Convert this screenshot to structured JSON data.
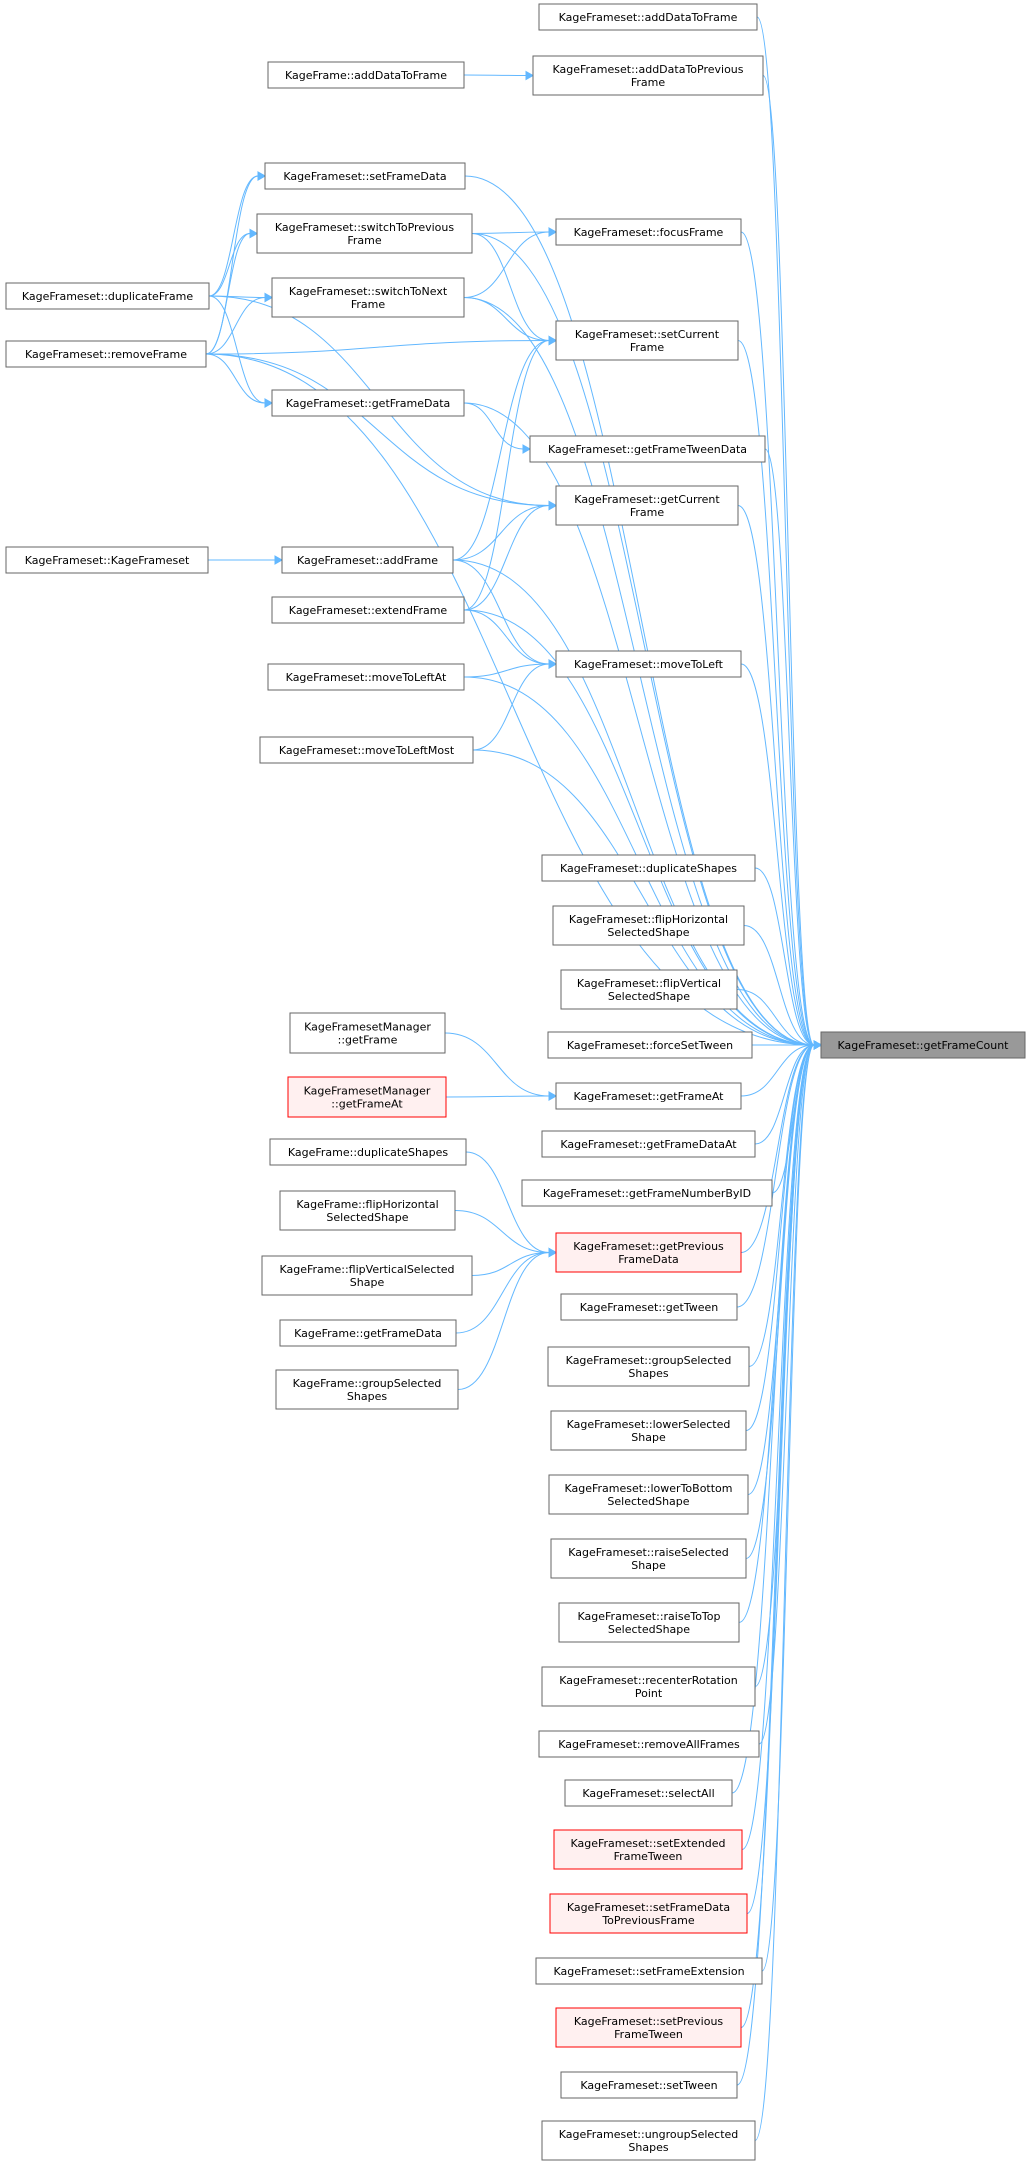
{
  "target": "KageFrameset::getFrameCount",
  "nodes": [
    {
      "id": "n_addDataToFrame",
      "lines": [
        "KageFrameset::addDataToFrame"
      ]
    },
    {
      "id": "n_addDataToPrevFrame",
      "lines": [
        "KageFrameset::addDataToPrevious",
        "Frame"
      ]
    },
    {
      "id": "n_kfAddDataToFrame",
      "lines": [
        "KageFrame::addDataToFrame"
      ]
    },
    {
      "id": "n_setFrameData",
      "lines": [
        "KageFrameset::setFrameData"
      ]
    },
    {
      "id": "n_switchToPrevFrame",
      "lines": [
        "KageFrameset::switchToPrevious",
        "Frame"
      ]
    },
    {
      "id": "n_focusFrame",
      "lines": [
        "KageFrameset::focusFrame"
      ]
    },
    {
      "id": "n_duplicateFrame",
      "lines": [
        "KageFrameset::duplicateFrame"
      ]
    },
    {
      "id": "n_switchToNextFrame",
      "lines": [
        "KageFrameset::switchToNext",
        "Frame"
      ]
    },
    {
      "id": "n_setCurrentFrame",
      "lines": [
        "KageFrameset::setCurrent",
        "Frame"
      ]
    },
    {
      "id": "n_removeFrame",
      "lines": [
        "KageFrameset::removeFrame"
      ]
    },
    {
      "id": "n_getFrameData",
      "lines": [
        "KageFrameset::getFrameData"
      ]
    },
    {
      "id": "n_getFrameTweenData",
      "lines": [
        "KageFrameset::getFrameTweenData"
      ]
    },
    {
      "id": "n_getCurrentFrame",
      "lines": [
        "KageFrameset::getCurrent",
        "Frame"
      ]
    },
    {
      "id": "n_ctor",
      "lines": [
        "KageFrameset::KageFrameset"
      ]
    },
    {
      "id": "n_addFrame",
      "lines": [
        "KageFrameset::addFrame"
      ]
    },
    {
      "id": "n_extendFrame",
      "lines": [
        "KageFrameset::extendFrame"
      ]
    },
    {
      "id": "n_moveToLeft",
      "lines": [
        "KageFrameset::moveToLeft"
      ]
    },
    {
      "id": "n_moveToLeftAt",
      "lines": [
        "KageFrameset::moveToLeftAt"
      ]
    },
    {
      "id": "n_moveToLeftMost",
      "lines": [
        "KageFrameset::moveToLeftMost"
      ]
    },
    {
      "id": "n_duplicateShapes",
      "lines": [
        "KageFrameset::duplicateShapes"
      ]
    },
    {
      "id": "n_flipHorizontal",
      "lines": [
        "KageFrameset::flipHorizontal",
        "SelectedShape"
      ]
    },
    {
      "id": "n_flipVertical",
      "lines": [
        "KageFrameset::flipVertical",
        "SelectedShape"
      ]
    },
    {
      "id": "n_fsmGetFrame",
      "lines": [
        "KageFramesetManager",
        "::getFrame"
      ]
    },
    {
      "id": "n_forceSetTween",
      "lines": [
        "KageFrameset::forceSetTween"
      ]
    },
    {
      "id": "n_target",
      "lines": [
        "KageFrameset::getFrameCount"
      ]
    },
    {
      "id": "n_fsmGetFrameAt",
      "lines": [
        "KageFramesetManager",
        "::getFrameAt"
      ]
    },
    {
      "id": "n_getFrameAt",
      "lines": [
        "KageFrameset::getFrameAt"
      ]
    },
    {
      "id": "n_getFrameDataAt",
      "lines": [
        "KageFrameset::getFrameDataAt"
      ]
    },
    {
      "id": "n_kfDuplicateShapes",
      "lines": [
        "KageFrame::duplicateShapes"
      ]
    },
    {
      "id": "n_getFrameNumberByID",
      "lines": [
        "KageFrameset::getFrameNumberByID"
      ]
    },
    {
      "id": "n_kfFlipHorizontal",
      "lines": [
        "KageFrame::flipHorizontal",
        "SelectedShape"
      ]
    },
    {
      "id": "n_getPrevFrameData",
      "lines": [
        "KageFrameset::getPrevious",
        "FrameData"
      ]
    },
    {
      "id": "n_kfFlipVertical",
      "lines": [
        "KageFrame::flipVerticalSelected",
        "Shape"
      ]
    },
    {
      "id": "n_getTween",
      "lines": [
        "KageFrameset::getTween"
      ]
    },
    {
      "id": "n_kfGetFrameData",
      "lines": [
        "KageFrame::getFrameData"
      ]
    },
    {
      "id": "n_kfGroupSelected",
      "lines": [
        "KageFrame::groupSelected",
        "Shapes"
      ]
    },
    {
      "id": "n_groupSelected",
      "lines": [
        "KageFrameset::groupSelected",
        "Shapes"
      ]
    },
    {
      "id": "n_lowerSelected",
      "lines": [
        "KageFrameset::lowerSelected",
        "Shape"
      ]
    },
    {
      "id": "n_lowerToBottom",
      "lines": [
        "KageFrameset::lowerToBottom",
        "SelectedShape"
      ]
    },
    {
      "id": "n_raiseSelected",
      "lines": [
        "KageFrameset::raiseSelected",
        "Shape"
      ]
    },
    {
      "id": "n_raiseToTop",
      "lines": [
        "KageFrameset::raiseToTop",
        "SelectedShape"
      ]
    },
    {
      "id": "n_recenterRotation",
      "lines": [
        "KageFrameset::recenterRotation",
        "Point"
      ]
    },
    {
      "id": "n_removeAllFrames",
      "lines": [
        "KageFrameset::removeAllFrames"
      ]
    },
    {
      "id": "n_selectAll",
      "lines": [
        "KageFrameset::selectAll"
      ]
    },
    {
      "id": "n_setExtendedFrameTween",
      "lines": [
        "KageFrameset::setExtended",
        "FrameTween"
      ]
    },
    {
      "id": "n_setFrameDataToPrev",
      "lines": [
        "KageFrameset::setFrameData",
        "ToPreviousFrame"
      ]
    },
    {
      "id": "n_setFrameExtension",
      "lines": [
        "KageFrameset::setFrameExtension"
      ]
    },
    {
      "id": "n_setPreviousFrameTween",
      "lines": [
        "KageFrameset::setPrevious",
        "FrameTween"
      ]
    },
    {
      "id": "n_setTween",
      "lines": [
        "KageFrameset::setTween"
      ]
    },
    {
      "id": "n_ungroupSelected",
      "lines": [
        "KageFrameset::ungroupSelected",
        "Shapes"
      ]
    }
  ],
  "colors": {
    "edge": "#63b8ff",
    "node_border": "#666666",
    "node_fill": "#ffffff",
    "highlight_border": "#ff0000",
    "highlight_fill": "#fff0f0",
    "target_fill": "#999999"
  }
}
